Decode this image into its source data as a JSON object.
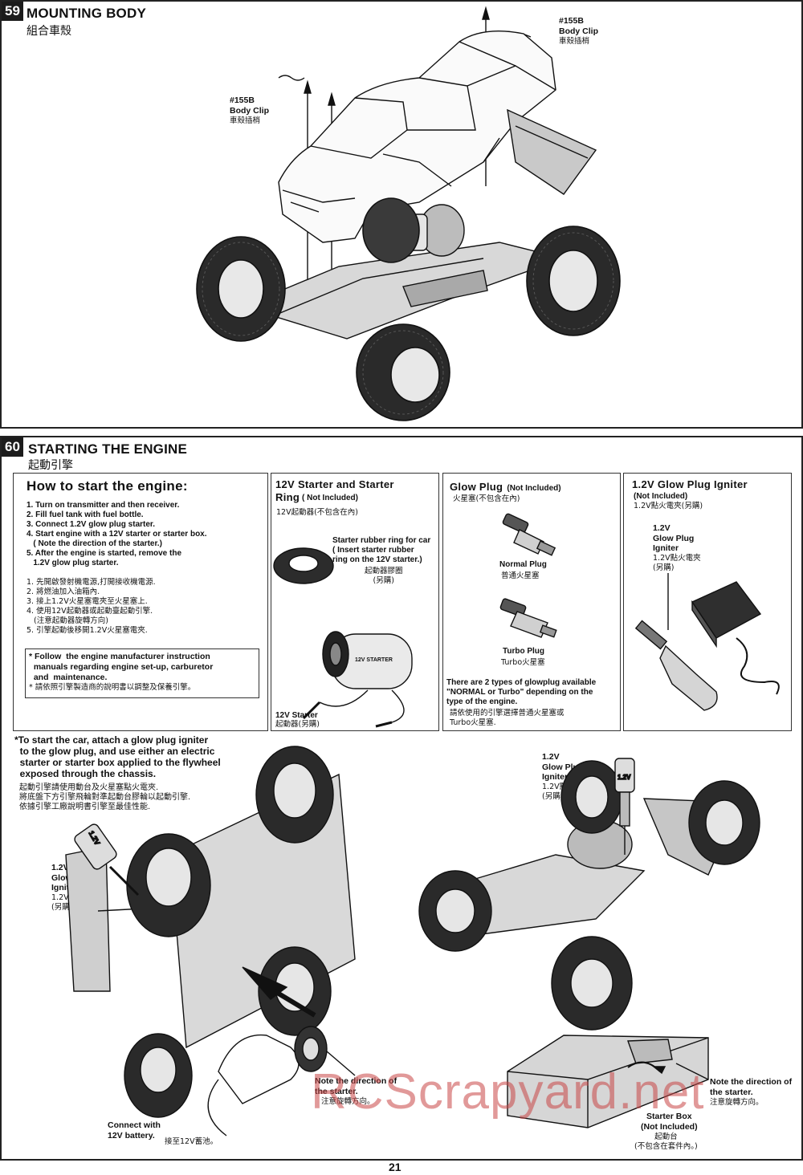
{
  "step59": {
    "number": "59",
    "title": "MOUNTING BODY",
    "title_zh": "組合車殼",
    "clip_right": {
      "part": "#155B",
      "name": "Body Clip",
      "zh": "車殼插梢"
    },
    "clip_left": {
      "part": "#155B",
      "name": "Body Clip",
      "zh": "車殼插梢"
    }
  },
  "step60": {
    "number": "60",
    "title": "STARTING THE ENGINE",
    "title_zh": "起動引擎",
    "howto": {
      "heading": "How to start the engine:",
      "steps_en": [
        "1. Turn on transmitter and then receiver.",
        "2. Fill fuel tank with fuel bottle.",
        "3. Connect 1.2V glow plug starter.",
        "4. Start engine with a 12V starter or starter box.",
        "   ( Note the direction of the starter.)",
        "5. After the engine is started, remove the",
        "   1.2V glow plug starter."
      ],
      "steps_zh": [
        "1. 先開啟發射機電源,打開接收機電源.",
        "2. 將燃油加入油箱內.",
        "3. 接上1.2V火星塞電夾至火星塞上.",
        "4. 使用12V起動器或起動臺起動引擎.",
        "   (注意起動器旋轉方向)",
        "5. 引擎起動後移開1.2V火星塞電夾."
      ],
      "note_en": "* Follow  the engine manufacturer instruction\n  manuals regarding engine set-up, carburetor\n  and  maintenance.",
      "note_zh": "* 請依照引擎製造商的說明書以調整及保養引擎。"
    },
    "starter": {
      "heading": "12V Starter and Starter\nRing",
      "not_included": "( Not Included)",
      "zh": "12V起動器(不包含在內)",
      "ring_label": "Starter rubber ring for car\n( Insert starter rubber\nring on the 12V starter.)",
      "ring_zh": "起動器膠圈\n(另購)",
      "starter_label": "12V Starter",
      "starter_zh": "起動器(另購)",
      "product_text": "12V STARTER"
    },
    "glowplug": {
      "heading": "Glow Plug",
      "not_included": "(Not Included)",
      "zh": "火星塞(不包含在內)",
      "normal": "Normal Plug",
      "normal_zh": "普通火星塞",
      "turbo": "Turbo Plug",
      "turbo_zh": "Turbo火星塞",
      "note_en": "There are 2 types of glowplug available\n\"NORMAL or Turbo\" depending on the\ntype of the engine.",
      "note_zh": "請依使用的引擎選擇普通火星塞或\nTurbo火星塞."
    },
    "igniter": {
      "heading": "1.2V Glow Plug Igniter",
      "not_included": "(Not Included)",
      "zh": "1.2V點火電夾(另購)",
      "label": "1.2V\nGlow Plug\nIgniter",
      "label_zh": "1.2V點火電夾\n(另購)"
    },
    "instruction_en": "*To start the car, attach a glow plug igniter\n  to the glow plug, and use either an electric\n  starter or starter box applied to the flywheel\n  exposed through the chassis.",
    "instruction_zh": "起動引擎請使用動台及火星塞點火電夾.\n將底盤下方引擎飛輪對準起動台膠輪以起動引擎.\n依據引擎工廠說明書引擎至最佳性能.",
    "left_igniter": {
      "en": "1.2V\nGlow Plug\nIgniter",
      "zh": "1.2V點火電夾\n(另購)",
      "cap": "1.2V"
    },
    "right_igniter": {
      "en": "1.2V\nGlow Plug\nIgniter",
      "zh": "1.2V點火電夾\n(另購)",
      "cap": "1.2V"
    },
    "direction_left": {
      "en": "Note the direction of\nthe starter.",
      "zh": "注意旋轉方向。"
    },
    "direction_right": {
      "en": "Note the direction of\nthe starter.",
      "zh": "注意旋轉方向。"
    },
    "battery": {
      "en": "Connect with\n12V battery.",
      "zh": "接至12V蓄池。"
    },
    "starter_box": {
      "en": "Starter Box\n(Not Included)",
      "zh": "起動台\n(不包含在套件內。)"
    }
  },
  "page_number": "21",
  "watermark": "RCScrapyard.net"
}
